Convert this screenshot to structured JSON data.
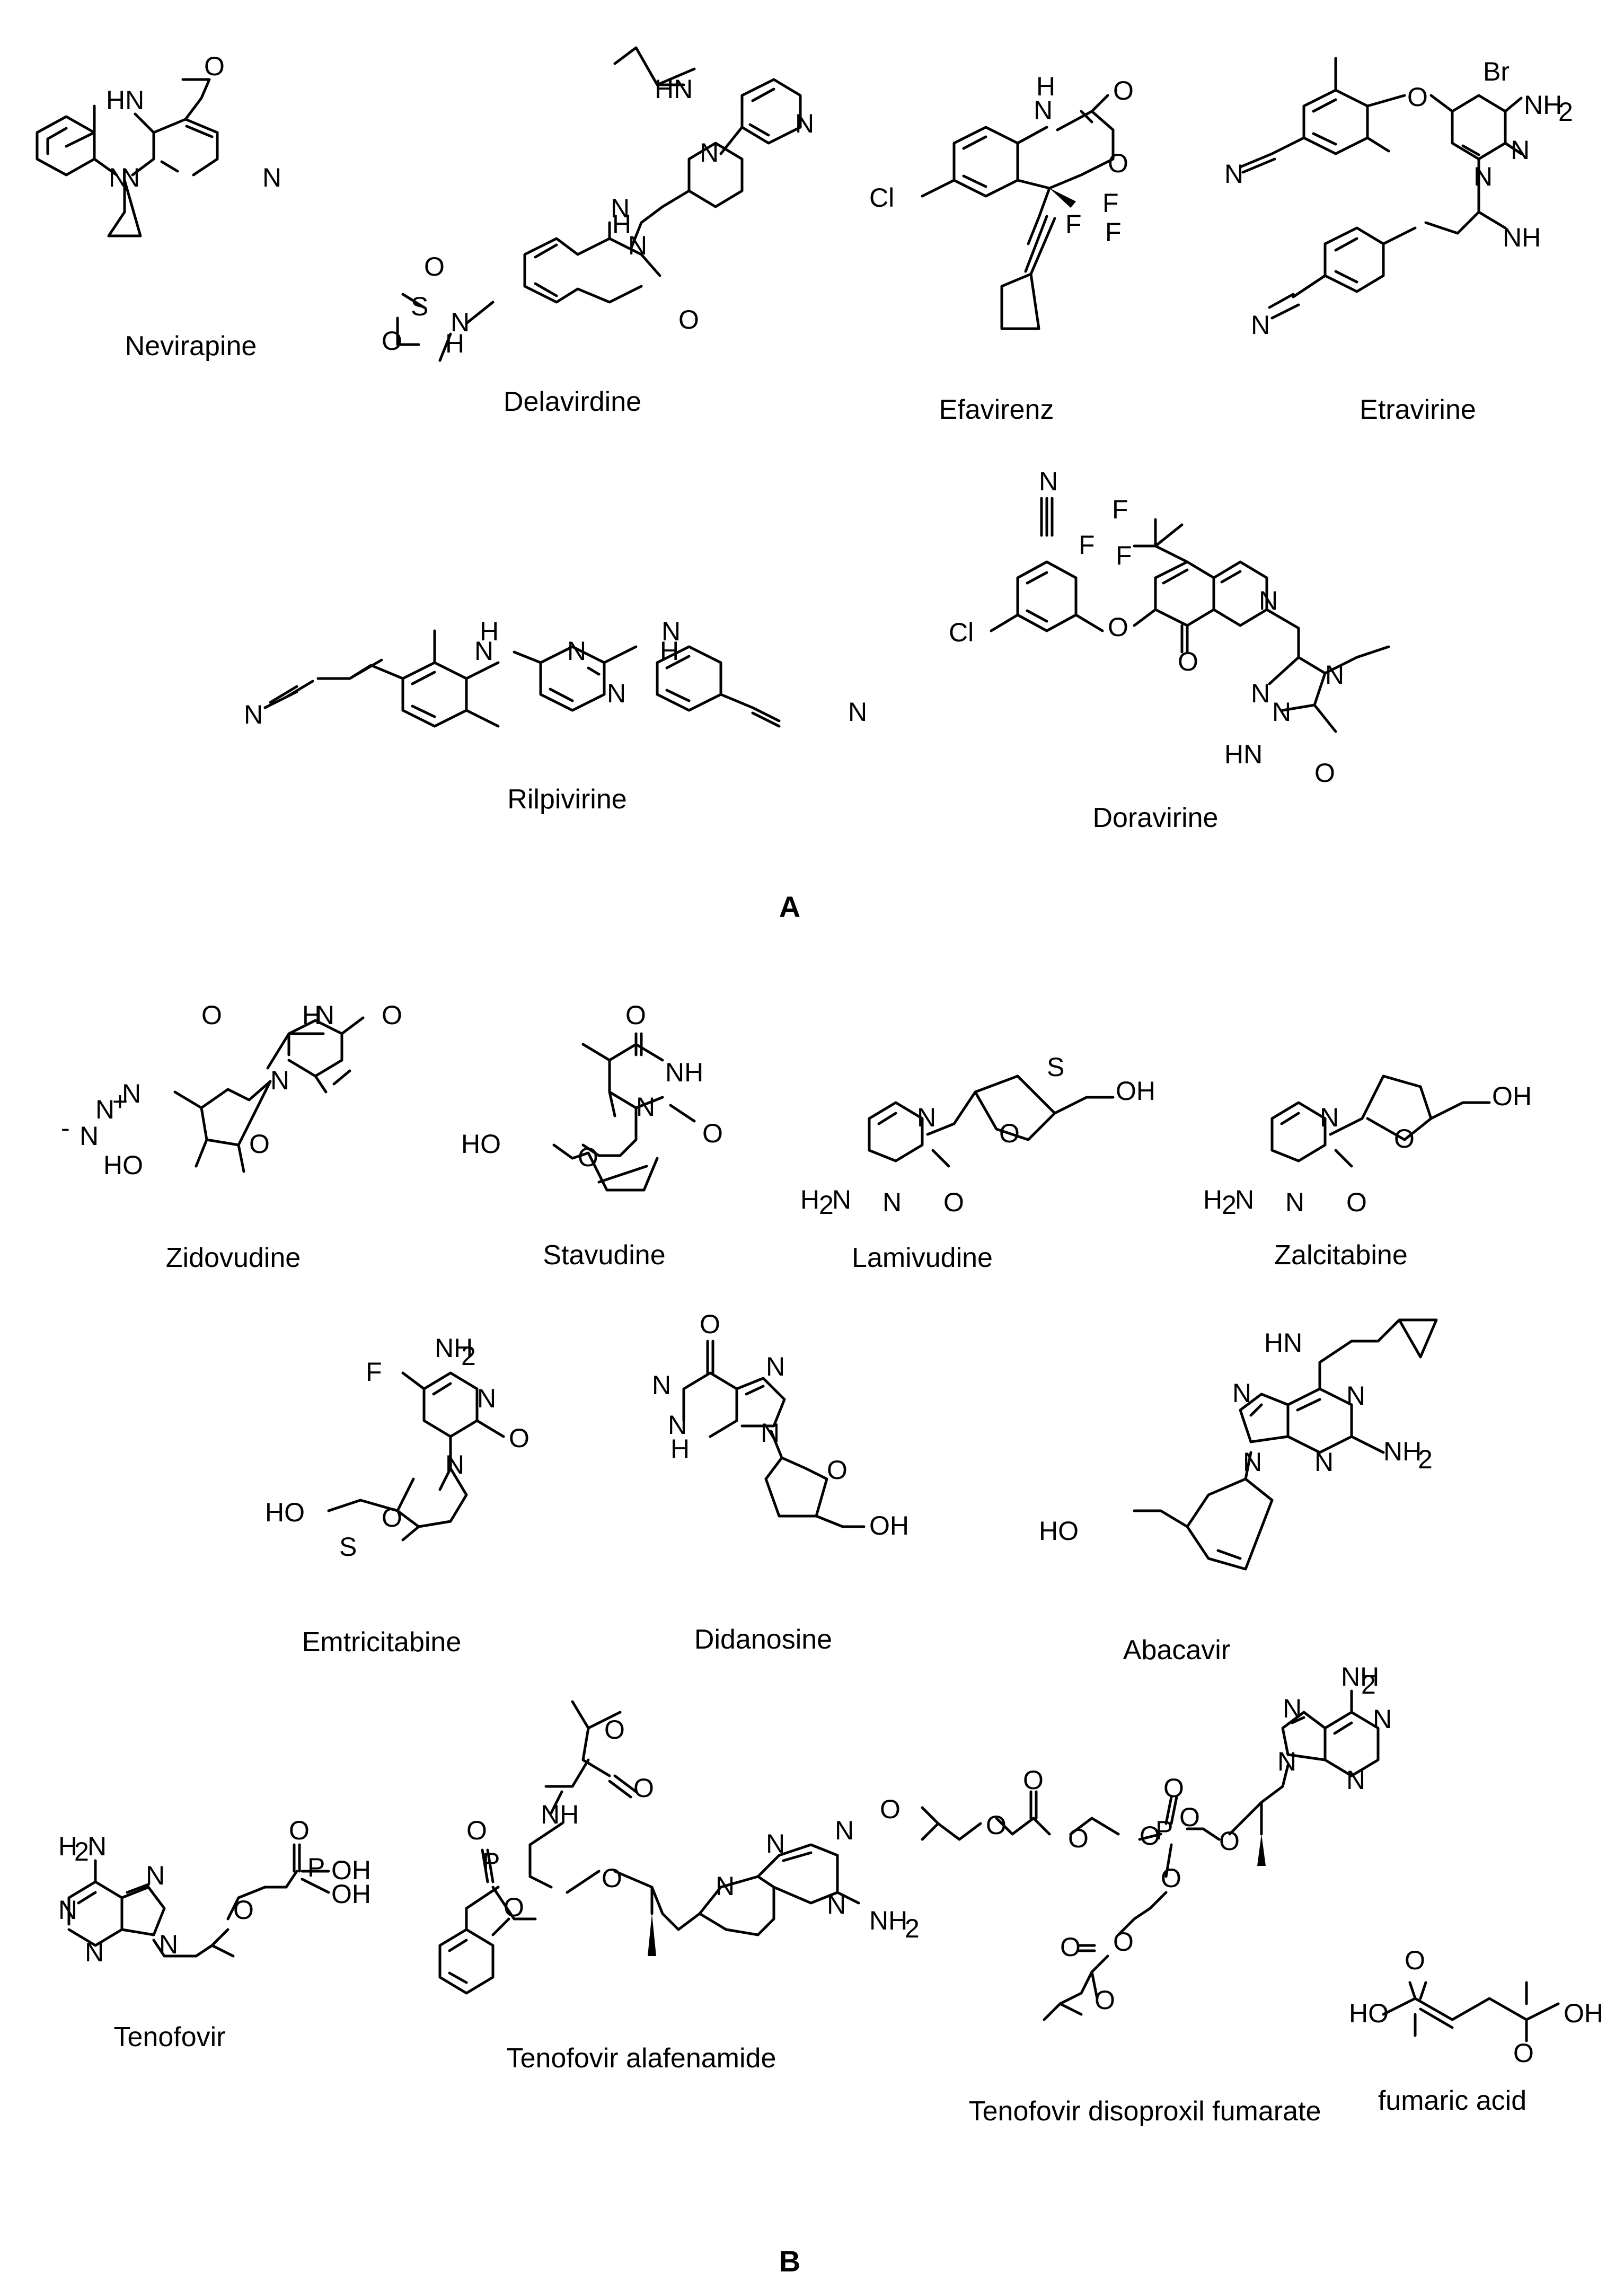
{
  "panels": {
    "a": "A",
    "b": "B"
  },
  "compounds": {
    "nevirapine": {
      "name": "Nevirapine",
      "atoms": [
        "HN",
        "O",
        "N",
        "N",
        "N"
      ]
    },
    "delavirdine": {
      "name": "Delavirdine",
      "atoms": [
        "HN",
        "N",
        "N",
        "N",
        "H",
        "N",
        "O",
        "S",
        "O",
        "O",
        "N",
        "H"
      ]
    },
    "efavirenz": {
      "name": "Efavirenz",
      "atoms": [
        "H",
        "N",
        "O",
        "O",
        "Cl",
        "F",
        "F",
        "F"
      ]
    },
    "etravirine": {
      "name": "Etravirine",
      "atoms": [
        "Br",
        "O",
        "NH",
        "2",
        "N",
        "N",
        "N",
        "NH",
        "N"
      ]
    },
    "rilpivirine": {
      "name": "Rilpivirine",
      "atoms": [
        "H",
        "N",
        "N",
        "N",
        "H",
        "N",
        "N",
        "N"
      ]
    },
    "doravirine": {
      "name": "Doravirine",
      "atoms": [
        "N",
        "F",
        "F",
        "F",
        "Cl",
        "O",
        "N",
        "O",
        "N",
        "N",
        "N",
        "HN",
        "O"
      ]
    },
    "zidovudine": {
      "name": "Zidovudine",
      "atoms": [
        "O",
        "H",
        "N",
        "O",
        "N",
        "O",
        "N",
        "N",
        "N",
        "+",
        "-",
        "HO"
      ]
    },
    "stavudine": {
      "name": "Stavudine",
      "atoms": [
        "O",
        "NH",
        "O",
        "N",
        "HO",
        "O"
      ]
    },
    "lamivudine": {
      "name": "Lamivudine",
      "atoms": [
        "S",
        "OH",
        "N",
        "O",
        "H",
        "2",
        "N",
        "N",
        "O"
      ]
    },
    "zalcitabine": {
      "name": "Zalcitabine",
      "atoms": [
        "OH",
        "N",
        "O",
        "H",
        "2",
        "N",
        "N",
        "O"
      ]
    },
    "emtricitabine": {
      "name": "Emtricitabine",
      "atoms": [
        "NH",
        "2",
        "F",
        "N",
        "O",
        "N",
        "HO",
        "O",
        "S"
      ]
    },
    "didanosine": {
      "name": "Didanosine",
      "atoms": [
        "O",
        "N",
        "N",
        "N",
        "H",
        "N",
        "O",
        "OH"
      ]
    },
    "abacavir": {
      "name": "Abacavir",
      "atoms": [
        "HN",
        "N",
        "N",
        "N",
        "N",
        "NH",
        "2",
        "HO"
      ]
    },
    "tenofovir": {
      "name": "Tenofovir",
      "atoms": [
        "H",
        "2",
        "N",
        "N",
        "N",
        "N",
        "N",
        "O",
        "O",
        "P",
        "OH",
        "OH"
      ]
    },
    "tenofovir_alafenamide": {
      "name": "Tenofovir  alafenamide",
      "atoms": [
        "O",
        "O",
        "NH",
        "O",
        "P",
        "O",
        "O",
        "N",
        "N",
        "N",
        "N",
        "NH",
        "2"
      ]
    },
    "tenofovir_disoproxil": {
      "name": "Tenofovir  disoproxil  fumarate",
      "atoms": [
        "NH",
        "2",
        "N",
        "N",
        "N",
        "N",
        "O",
        "O",
        "O",
        "O",
        "O",
        "P",
        "O",
        "O",
        "O",
        "O",
        "O",
        "O",
        "O"
      ]
    },
    "fumaric_acid": {
      "name": "fumaric acid",
      "atoms": [
        "O",
        "HO",
        "OH",
        "O"
      ]
    }
  }
}
